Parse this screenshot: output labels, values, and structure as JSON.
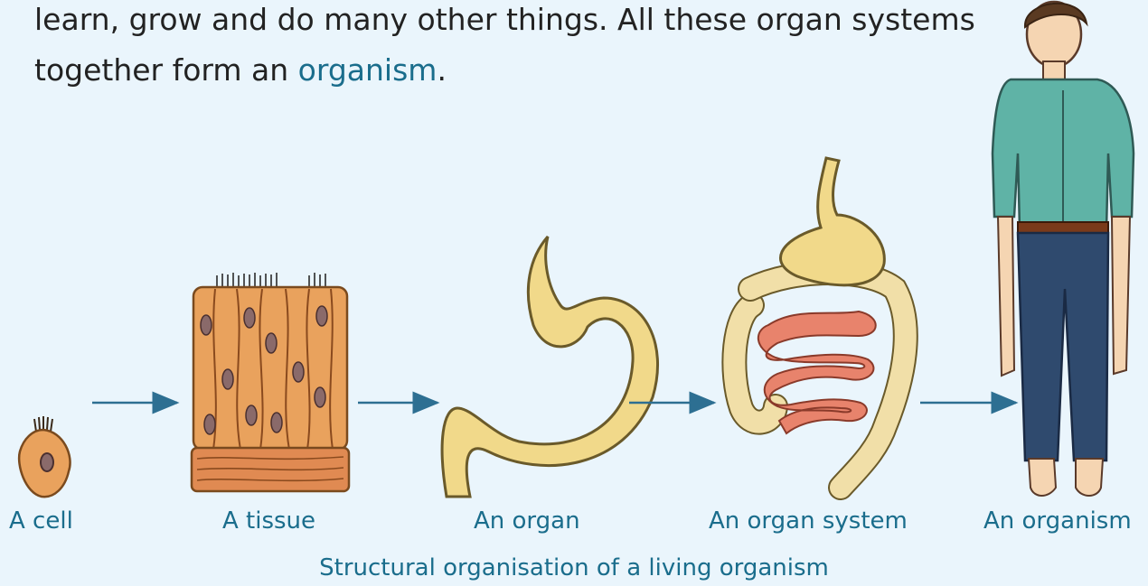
{
  "paragraph": {
    "line1": "learn, grow and do many other things. All these organ systems",
    "line2_prefix": "together form an ",
    "line2_highlight": "organism",
    "line2_suffix": "."
  },
  "diagram": {
    "labels": {
      "cell": "A cell",
      "tissue": "A tissue",
      "organ": "An organ",
      "organ_system": "An organ system",
      "organism": "An organism"
    },
    "caption": "Structural organisation of a living organism",
    "colors": {
      "accent_text": "#1a6d8c",
      "arrow": "#2d6f92",
      "cell_fill": "#e9a25d",
      "stomach_fill": "#f1d98a",
      "intestine_fill": "#e8836c",
      "shirt": "#5fb3a6",
      "trousers": "#2f4a6e"
    }
  }
}
